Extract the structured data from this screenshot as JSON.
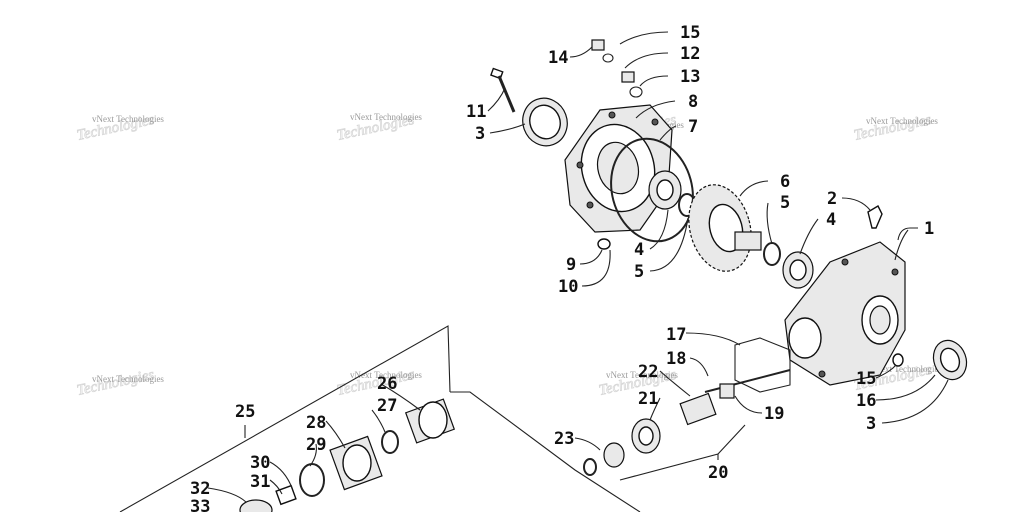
{
  "watermark": "vNext Technologies",
  "callouts": [
    {
      "id": "c1",
      "label": "1"
    },
    {
      "id": "c2",
      "label": "2"
    },
    {
      "id": "c3a",
      "label": "3"
    },
    {
      "id": "c3b",
      "label": "3"
    },
    {
      "id": "c4a",
      "label": "4"
    },
    {
      "id": "c4b",
      "label": "4"
    },
    {
      "id": "c5a",
      "label": "5"
    },
    {
      "id": "c5b",
      "label": "5"
    },
    {
      "id": "c6",
      "label": "6"
    },
    {
      "id": "c7",
      "label": "7"
    },
    {
      "id": "c8",
      "label": "8"
    },
    {
      "id": "c9",
      "label": "9"
    },
    {
      "id": "c10",
      "label": "10"
    },
    {
      "id": "c11",
      "label": "11"
    },
    {
      "id": "c12",
      "label": "12"
    },
    {
      "id": "c13",
      "label": "13"
    },
    {
      "id": "c14",
      "label": "14"
    },
    {
      "id": "c15a",
      "label": "15"
    },
    {
      "id": "c15b",
      "label": "15"
    },
    {
      "id": "c16",
      "label": "16"
    },
    {
      "id": "c17",
      "label": "17"
    },
    {
      "id": "c18",
      "label": "18"
    },
    {
      "id": "c19",
      "label": "19"
    },
    {
      "id": "c20",
      "label": "20"
    },
    {
      "id": "c21",
      "label": "21"
    },
    {
      "id": "c22",
      "label": "22"
    },
    {
      "id": "c23",
      "label": "23"
    },
    {
      "id": "c25",
      "label": "25"
    },
    {
      "id": "c26",
      "label": "26"
    },
    {
      "id": "c27",
      "label": "27"
    },
    {
      "id": "c28",
      "label": "28"
    },
    {
      "id": "c29",
      "label": "29"
    },
    {
      "id": "c30",
      "label": "30"
    },
    {
      "id": "c31",
      "label": "31"
    },
    {
      "id": "c32",
      "label": "32"
    },
    {
      "id": "c33",
      "label": "33"
    }
  ]
}
